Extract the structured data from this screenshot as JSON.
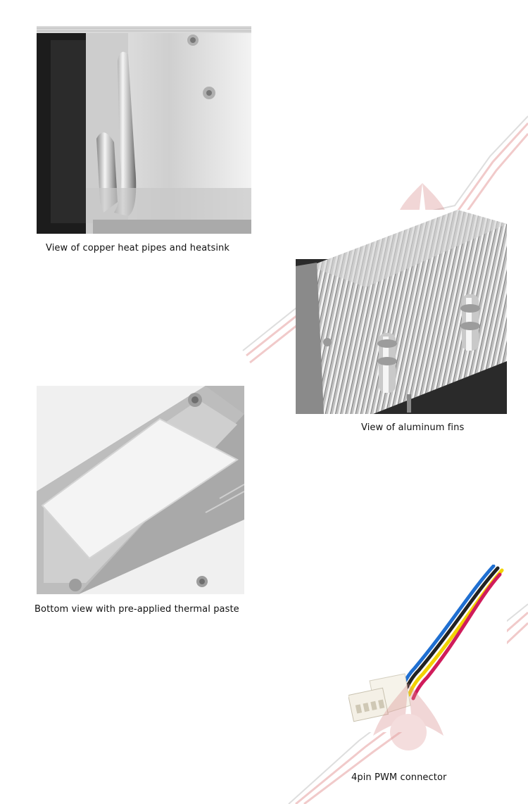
{
  "photos": [
    {
      "caption": "View of copper heat pipes and heatsink",
      "icon": "heatpipe-photo"
    },
    {
      "caption": "View of aluminum fins",
      "icon": "fins-photo"
    },
    {
      "caption": "Bottom view with pre-applied thermal paste",
      "icon": "thermal-paste-photo"
    },
    {
      "caption": "4pin PWM connector",
      "icon": "pwm-connector-photo"
    }
  ],
  "colors": {
    "watermark": "#e9a3a3",
    "background": "#ffffff",
    "text": "#111111"
  }
}
